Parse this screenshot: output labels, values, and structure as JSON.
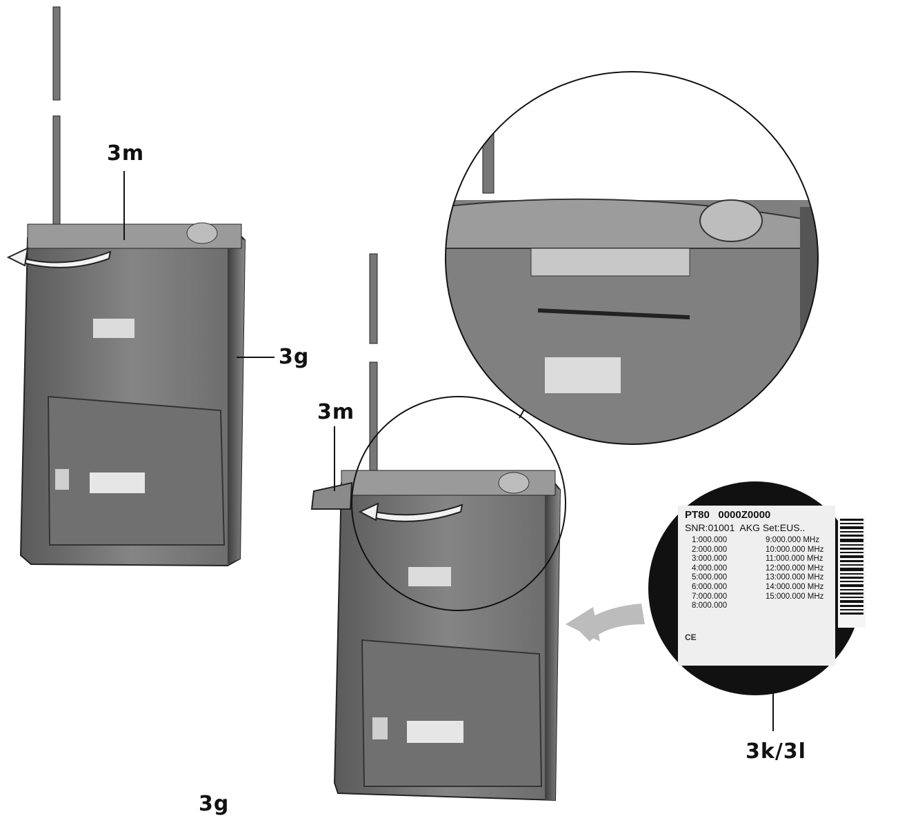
{
  "callouts": {
    "left_3m": "3m",
    "right_3m": "3m",
    "left_3g": "3g",
    "label_3k3l": "3k/3l",
    "bottom_3g": "3g"
  },
  "label_plate": {
    "model_line": "PT80   0000Z0000",
    "serial_line": "SNR:01001  AKG Set:EUS..",
    "channels_left": [
      "1:000.000",
      "2:000.000",
      "3:000.000",
      "4:000.000",
      "5:000.000",
      "6:000.000",
      "7:000.000",
      "8:000.000"
    ],
    "channels_right": [
      "9:000.000 MHz",
      "10:000.000 MHz",
      "11:000.000 MHz",
      "12:000.000 MHz",
      "13:000.000 MHz",
      "14:000.000 MHz",
      "15:000.000 MHz"
    ],
    "ce_mark": "CE"
  },
  "colors": {
    "body": "#7c7c7c",
    "body_dark": "#4d4d4d",
    "outline": "#111111",
    "circle_fill": "#111111"
  }
}
